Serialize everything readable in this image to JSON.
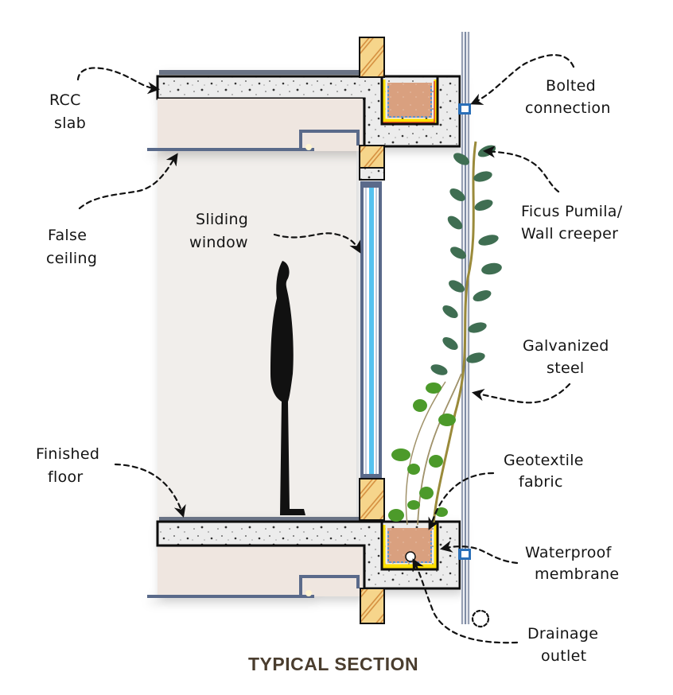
{
  "title": "TYPICAL SECTION",
  "labels": {
    "rcc_slab": [
      "RCC",
      "slab"
    ],
    "false_ceiling": [
      "False",
      "ceiling"
    ],
    "sliding_window": [
      "Sliding",
      "window"
    ],
    "finished_floor": [
      "Finished",
      "floor"
    ],
    "bolted_connection": [
      "Bolted",
      "connection"
    ],
    "ficus_pumila": [
      "Ficus Pumila/",
      "Wall creeper"
    ],
    "galvanized_steel": [
      "Galvanized",
      "steel"
    ],
    "geotextile_fabric": [
      "Geotextile",
      "fabric"
    ],
    "waterproof_membrane": [
      "Waterproof",
      "membrane"
    ],
    "drainage_outlet": [
      "Drainage",
      "outlet"
    ]
  },
  "colors": {
    "concrete": "#ececec",
    "interior_wall": "#efe9e4",
    "brick": "#f6d58b",
    "soil": "#d9a07f",
    "glass": "#56c3f0",
    "frame": "#5a6a8a",
    "leaf_dark": "#3f6e52",
    "leaf_light": "#4c9a2a",
    "stem": "#9a8a3a",
    "membrane_yellow": "#ffe000",
    "membrane_red": "#e04020",
    "title": "#4a3d2e"
  }
}
